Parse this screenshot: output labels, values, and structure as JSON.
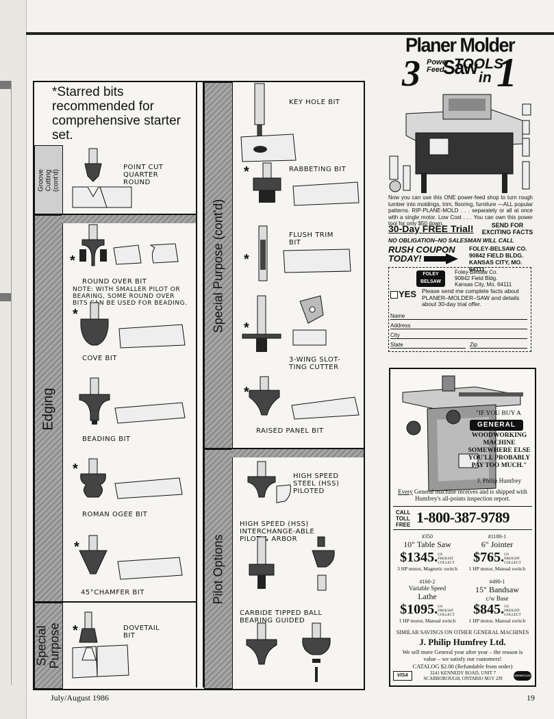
{
  "panel": {
    "starred_note": "*Starred bits recommended for comprehensive starter set.",
    "sections": {
      "groove_contd": "Groove Cutting (cont'd)",
      "edging": "Edging",
      "special_purpose": "Special Purpose",
      "special_purpose_contd": "Special Purpose (cont'd)",
      "pilot_options": "Pilot Options"
    },
    "bits": {
      "point_cut": "POINT CUT QUARTER ROUND",
      "round_over": "ROUND OVER BIT",
      "round_over_note": "NOTE: WITH SMALLER PILOT OR BEARING, SOME ROUND OVER BITS CAN BE USED FOR BEADING.",
      "cove": "COVE BIT",
      "beading": "BEADING BIT",
      "roman_ogee": "ROMAN OGEE BIT",
      "chamfer": "45°CHAMFER BIT",
      "dovetail": "DOVETAIL BIT",
      "keyhole": "KEY HOLE BIT",
      "rabbeting": "RABBETING BIT",
      "flush_trim": "FLUSH TRIM BIT",
      "slot_cutter": "3-WING SLOT-TING CUTTER",
      "raised_panel": "RAISED PANEL BIT",
      "hss_piloted": "HIGH SPEED STEEL (HSS) PILOTED",
      "hss_interchangeable": "HIGH SPEED (HSS) INTERCHANGE-ABLE PILOT & ARBOR",
      "carbide_ball": "CARBIDE TIPPED BALL BEARING GUIDED"
    },
    "star": "*"
  },
  "ad_foley": {
    "title": "Planer Molder Saw",
    "big_num": "3",
    "power": "Power",
    "feed": "Feed",
    "tools": "TOOLS",
    "in": "in",
    "one": "1",
    "body": "Now you can use this ONE power-feed shop to turn rough lumber into moldings, trim, flooring, furniture —ALL popular patterns. RIP-PLANE-MOLD . . . separately or all at once with a single motor. Low Cost . . . You can own this power tool for only $50 down.",
    "trial": "30-Day FREE Trial!",
    "send_for": "SEND FOR EXCITING FACTS",
    "no_obligation": "NO OBLIGATION–NO SALESMAN WILL CALL",
    "rush": "RUSH COUPON TODAY!",
    "company": "FOLEY-BELSAW CO.",
    "bldg": "90842 FIELD BLDG.",
    "city": "KANSAS CITY, MO. 64111",
    "logo": "FOLEY BELSAW",
    "coupon_company": "Foley-Belsaw Co.",
    "coupon_bldg": "90842 Field Bldg.",
    "coupon_city": "Kansas City, Mo. 64111",
    "yes": "YES",
    "yes_text": "Please send me complete facts about PLANER–MOLDER–SAW and details about 30-day trial offer.",
    "fields": [
      "Name",
      "Address",
      "City",
      "State",
      "Zip"
    ]
  },
  "ad_general": {
    "quote1": "\"IF YOU BUY A",
    "brand": "GENERAL",
    "quote2": "WOODWORKING MACHINE SOMEWHERE ELSE YOU'LL PROBABLY PAY TOO MUCH.\"",
    "signed": "J. Philip Humfrey",
    "every": "Every",
    "every_rest": "General machine receives and is shipped with Humfrey's all-points inspection report.",
    "call": "CALL",
    "toll": "TOLL",
    "free": "FREE",
    "phone": "1-800-387-9789",
    "us": "US",
    "freight": "FREIGHT",
    "collect": "COLLECT",
    "products": [
      {
        "num": "#350",
        "name": "10\" Table Saw",
        "sub": "",
        "price": "$1345.",
        "motor": "3 HP motor, Magnetic switch"
      },
      {
        "num": "#1180-1",
        "name": "6\" Jointer",
        "sub": "",
        "price": "$765.",
        "motor": "1 HP motor, Manual switch"
      },
      {
        "num": "#160-2",
        "name": "Variable Speed",
        "sub": "Lathe",
        "price": "$1095.",
        "motor": "1 HP motor, Manual switch"
      },
      {
        "num": "#490-1",
        "name": "15\" Bandsaw",
        "sub": "c/w Base",
        "price": "$845.",
        "motor": "1 HP motor, Manual switch"
      }
    ],
    "similar": "SIMILAR SAVINGS ON OTHER GENERAL MACHINES",
    "company": "J. Philip Humfrey Ltd.",
    "sell_more": "We sell more General year after year – the reason is value – we satisfy our customers!",
    "catalog": "CATALOG $2.00 (Refundable from order)",
    "address1": "3241 KENNEDY ROAD, UNIT 7",
    "address2": "SCARBOROUGH, ONTARIO M1V 2J9",
    "visa": "VISA",
    "mastercard": "MasterCard"
  },
  "footer": {
    "date": "July/August 1986",
    "page": "19"
  }
}
